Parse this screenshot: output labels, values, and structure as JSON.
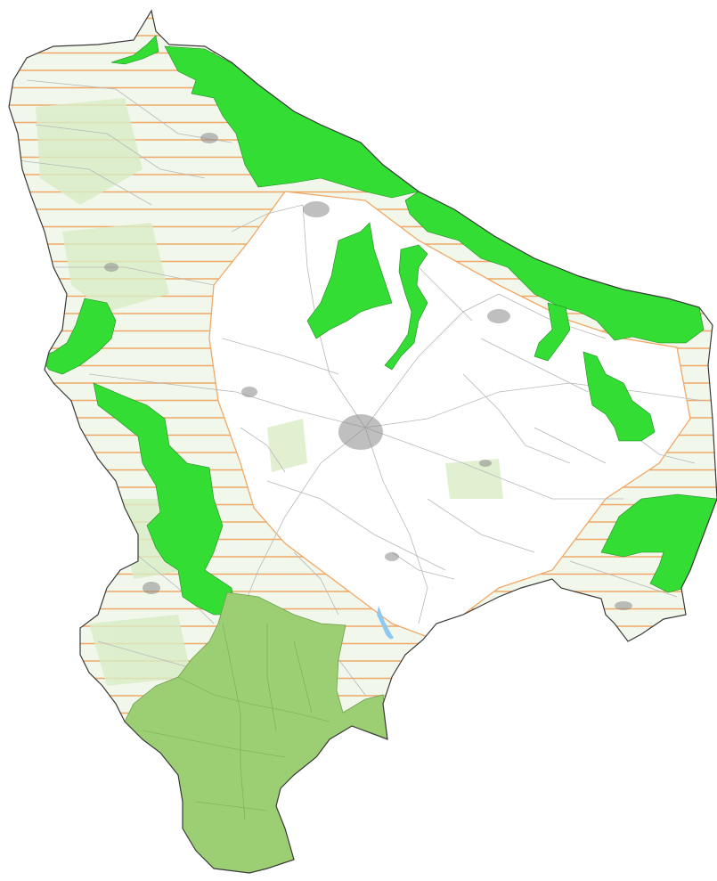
{
  "map": {
    "colors": {
      "background": "#ffffff",
      "boundary": "#3a3a3a",
      "hatch": "#f0a868",
      "hatch_fill": "#eaf3df",
      "protected_green": "#33dd33",
      "south_area": "#9ccf73",
      "south_area_line": "#6f9f4f",
      "roads": "#b8b8b8",
      "settlement": "#8a8a8a",
      "water": "#8fc8f0"
    },
    "layers": [
      "municipality-boundary",
      "hatched-zone",
      "bright-green-protected-areas",
      "light-green-southern-area",
      "road-network",
      "settlements",
      "lake"
    ]
  }
}
